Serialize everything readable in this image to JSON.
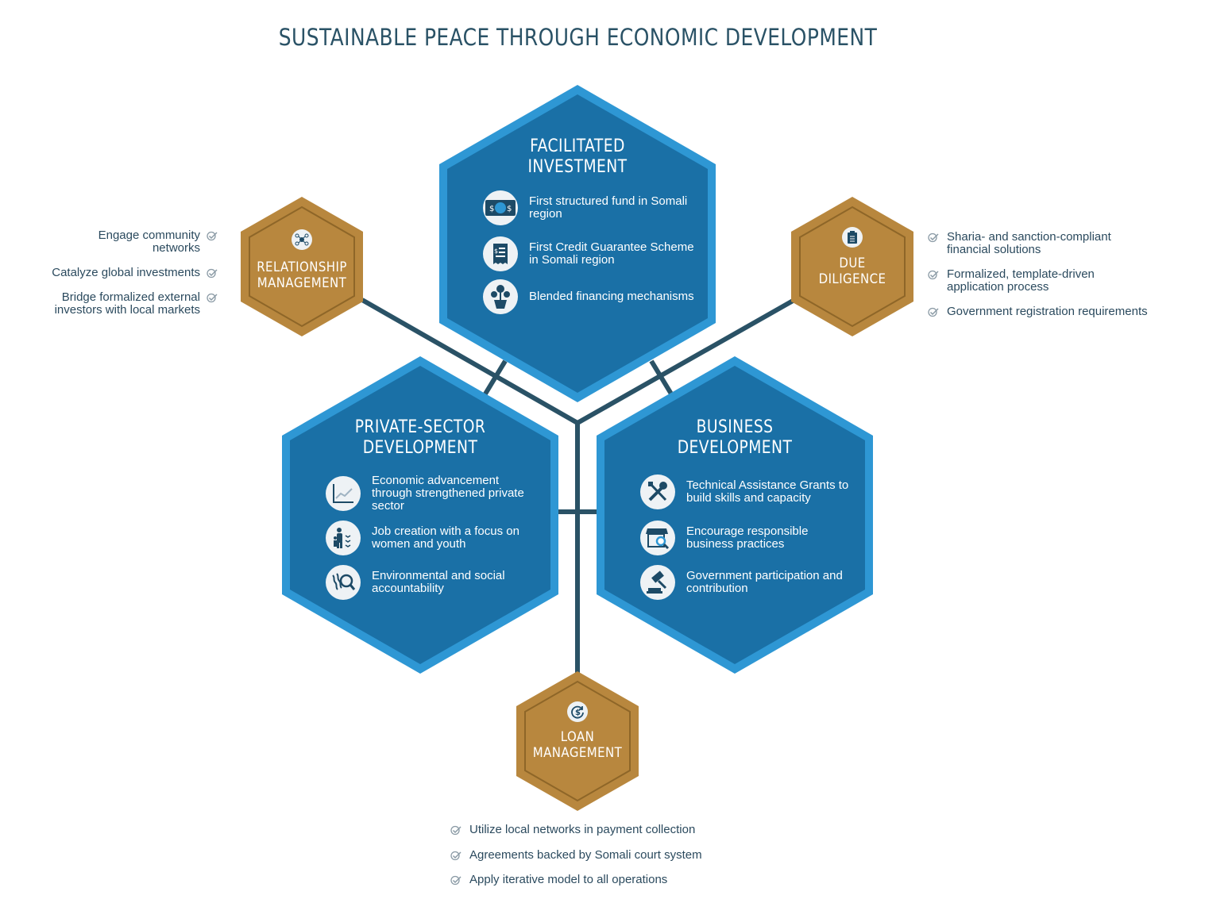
{
  "title": "SUSTAINABLE PEACE THROUGH ECONOMIC DEVELOPMENT",
  "colors": {
    "blue_fill": "#1a70a6",
    "blue_border": "#2e97d4",
    "gold_fill": "#b8873e",
    "line": "#2a5266"
  },
  "facilitated_investment": {
    "title_line1": "FACILITATED",
    "title_line2": "INVESTMENT",
    "items": [
      {
        "icon": "money-bill-icon",
        "text": "First structured fund in Somali region"
      },
      {
        "icon": "receipt-icon",
        "text": "First Credit Guarantee Scheme in Somali region"
      },
      {
        "icon": "money-plant-icon",
        "text": "Blended financing mechanisms"
      }
    ]
  },
  "private_sector": {
    "title_line1": "PRIVATE-SECTOR",
    "title_line2": "DEVELOPMENT",
    "items": [
      {
        "icon": "line-chart-icon",
        "text": "Economic advancement through strengthened private sector"
      },
      {
        "icon": "family-icon",
        "text": "Job creation with a focus on women and youth"
      },
      {
        "icon": "environment-search-icon",
        "text": "Environmental and social accountability"
      }
    ]
  },
  "business_development": {
    "title_line1": "BUSINESS",
    "title_line2": "DEVELOPMENT",
    "items": [
      {
        "icon": "tools-icon",
        "text": "Technical Assistance Grants to build skills and capacity"
      },
      {
        "icon": "store-search-icon",
        "text": "Encourage responsible business practices"
      },
      {
        "icon": "gavel-icon",
        "text": "Government participation and contribution"
      }
    ]
  },
  "relationship_management": {
    "title_line1": "RELATIONSHIP",
    "title_line2": "MANAGEMENT",
    "icon": "network-icon",
    "bullets": [
      "Engage community networks",
      "Catalyze global investments",
      "Bridge formalized external investors with local markets"
    ]
  },
  "due_diligence": {
    "title_line1": "DUE",
    "title_line2": "DILIGENCE",
    "icon": "clipboard-icon",
    "bullets": [
      "Sharia- and sanction-compliant financial solutions",
      "Formalized, template-driven application process",
      "Government registration requirements"
    ]
  },
  "loan_management": {
    "title_line1": "LOAN",
    "title_line2": "MANAGEMENT",
    "icon": "dollar-cycle-icon",
    "bullets": [
      "Utilize local networks in payment collection",
      "Agreements backed by Somali court system",
      "Apply iterative model to all operations"
    ]
  }
}
